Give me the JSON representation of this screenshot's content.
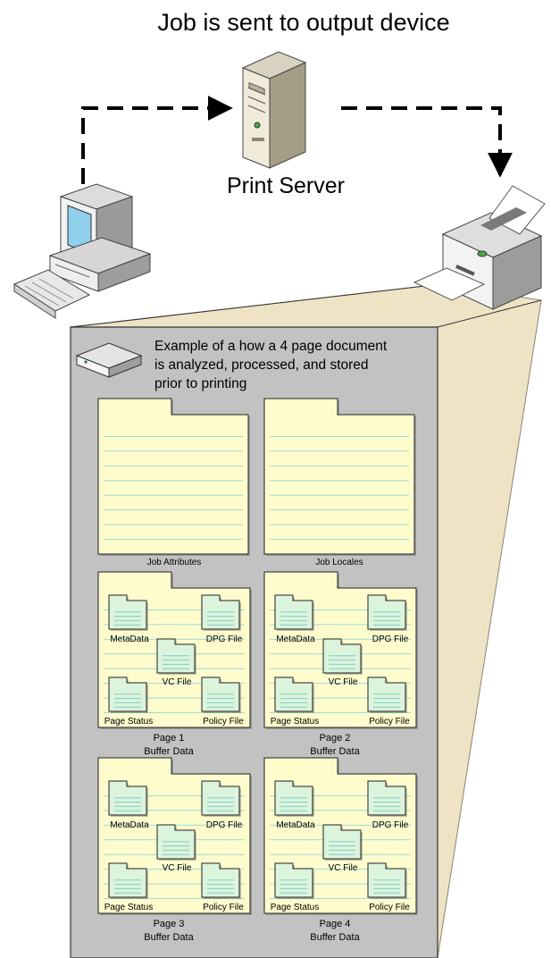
{
  "title": "Job is sent to output device",
  "server_label": "Print Server",
  "note_lines": [
    "Example of a how a 4 page document",
    "is analyzed, processed, and stored",
    "prior to printing"
  ],
  "top_folders": [
    {
      "label": "Job Attributes"
    },
    {
      "label": "Job Locales"
    }
  ],
  "page_folders": [
    {
      "page": "Page 1",
      "sub": "Buffer Data"
    },
    {
      "page": "Page 2",
      "sub": "Buffer Data"
    },
    {
      "page": "Page 3",
      "sub": "Buffer Data"
    },
    {
      "page": "Page 4",
      "sub": "Buffer Data"
    }
  ],
  "files": {
    "metadata": "MetaData",
    "dpg": "DPG File",
    "vc": "VC File",
    "status": "Page Status",
    "policy": "Policy File"
  },
  "colors": {
    "panel": "#c2c2c2",
    "beam": "#efe3c6",
    "folder": "#fefbcd",
    "folder_line": "#9edbd6",
    "file": "#dcf3dc",
    "file_line": "#7fcfc7"
  },
  "icons": [
    "computer-icon",
    "server-icon",
    "printer-icon",
    "drive-icon",
    "folder-icon",
    "file-folder-icon"
  ]
}
